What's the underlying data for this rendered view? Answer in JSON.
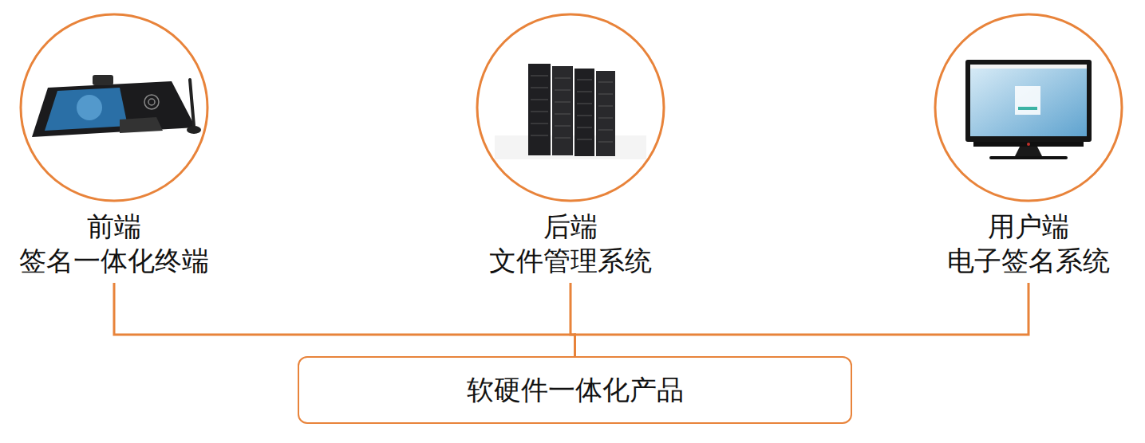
{
  "diagram": {
    "nodes": [
      {
        "text": [
          "前端",
          "签名一体化终端"
        ]
      },
      {
        "text": [
          "后端",
          "文件管理系统"
        ]
      },
      {
        "text": [
          "用户端",
          "电子签名系统"
        ]
      },
      {
        "text": [
          "软硬件一体化产品"
        ]
      }
    ],
    "edges": [
      {
        "from": 0,
        "to": 3,
        "arrow": "none"
      },
      {
        "from": 1,
        "to": 3,
        "arrow": "none"
      },
      {
        "from": 2,
        "to": 3,
        "arrow": "none"
      }
    ]
  }
}
